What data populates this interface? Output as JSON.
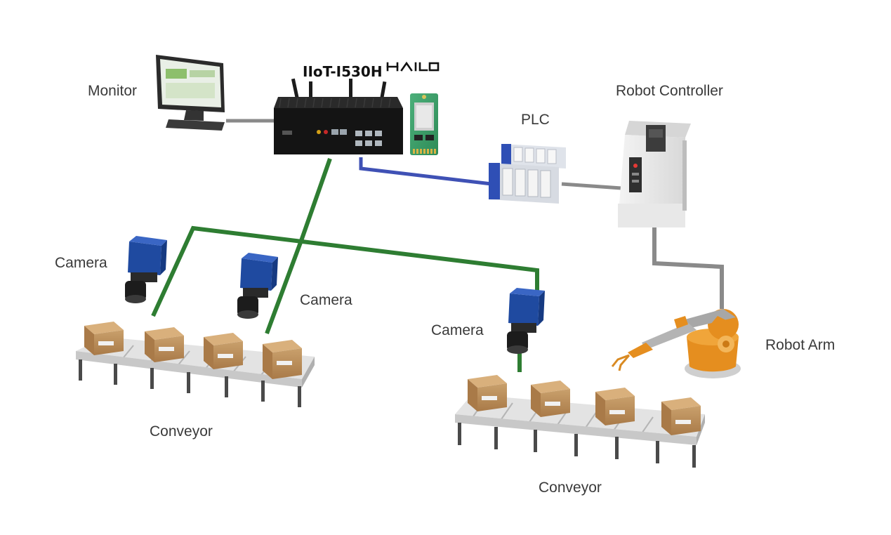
{
  "labels": {
    "device": "IIoT-I530H",
    "monitor": "Monitor",
    "robot_controller": "Robot Controller",
    "plc": "PLC",
    "camera_1": "Camera",
    "camera_2": "Camera",
    "camera_3": "Camera",
    "robot_arm": "Robot Arm",
    "conveyor_1": "Conveyor",
    "conveyor_2": "Conveyor"
  },
  "logo": {
    "text": "HAILO"
  },
  "colors": {
    "camera_link": "#2e7d32",
    "plc_link": "#3f51b5",
    "control_link": "#8a8a8a",
    "box": "#b98a57",
    "camera_body": "#1f4aa0",
    "robot_arm": "#e58e1f"
  }
}
